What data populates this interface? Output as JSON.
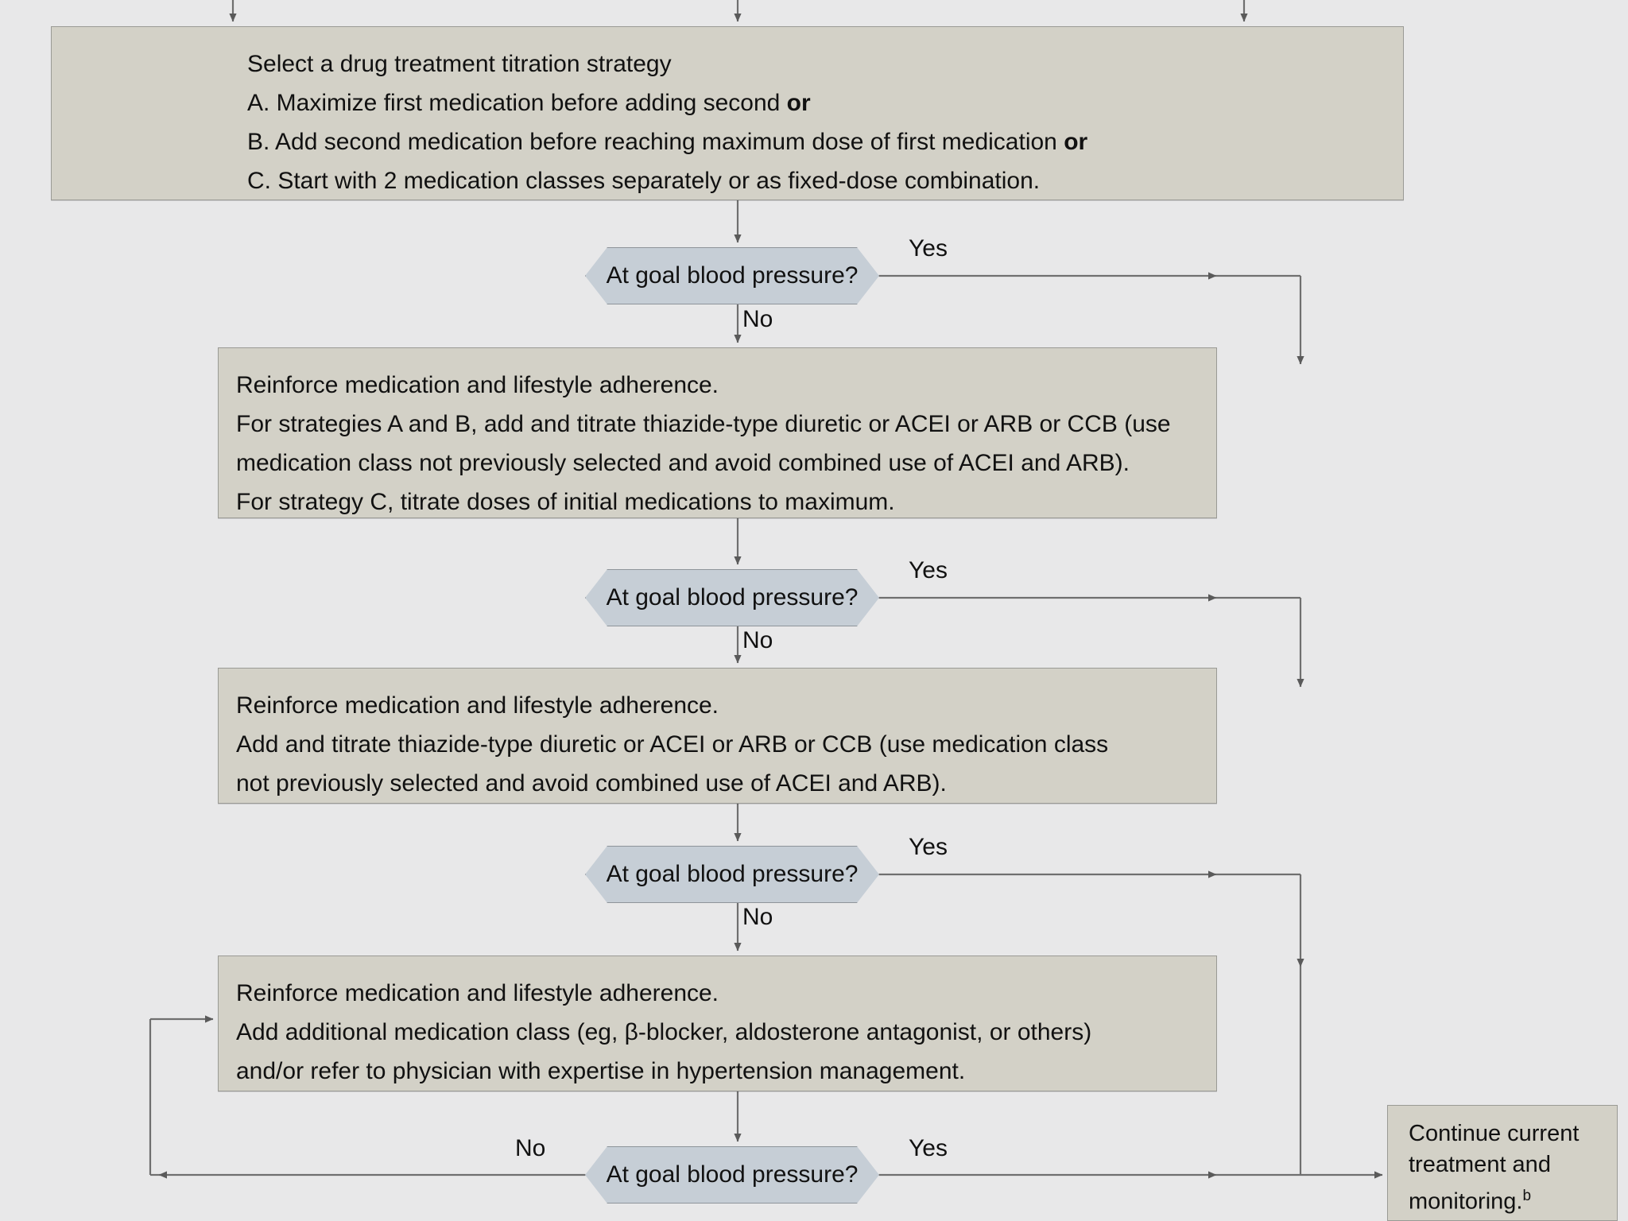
{
  "colors": {
    "background": "#e8e8e9",
    "process_box_fill": "#d3d1c7",
    "process_box_border": "#9a9a95",
    "decision_fill": "#c6ced6",
    "decision_border": "#8e949a",
    "connector": "#6f6f6f",
    "text": "#111111"
  },
  "boxes": {
    "strategy": {
      "title": "Select a drug treatment titration strategy",
      "option_a_pre": "A. Maximize first medication before adding second ",
      "option_a_bold": "or",
      "option_b_pre": "B. Add second medication before reaching maximum dose of first medication ",
      "option_b_bold": "or",
      "option_c": "C. Start with 2 medication classes separately or as fixed-dose combination."
    },
    "step1": {
      "line1": "Reinforce medication and lifestyle adherence.",
      "line2": "For strategies A and B, add and titrate thiazide-type diuretic or ACEI or ARB or CCB (use",
      "line3": "medication class not previously selected and avoid combined use of ACEI and ARB).",
      "line4": "For strategy C, titrate doses of initial medications to maximum."
    },
    "step2": {
      "line1": "Reinforce medication and lifestyle adherence.",
      "line2": "Add and titrate thiazide-type diuretic or ACEI or ARB or CCB (use medication class",
      "line3": "not previously selected and avoid combined use of ACEI and ARB)."
    },
    "step3": {
      "line1": "Reinforce medication and lifestyle adherence.",
      "line2": "Add additional medication class (eg, β-blocker, aldosterone antagonist, or others)",
      "line3": "and/or refer to physician with expertise in hypertension management."
    },
    "continue": {
      "line1": "Continue current",
      "line2": "treatment and",
      "line3_pre": "monitoring.",
      "line3_sup": "b"
    }
  },
  "decisions": [
    {
      "id": "decision-1",
      "label": "At goal blood pressure?"
    },
    {
      "id": "decision-2",
      "label": "At goal blood pressure?"
    },
    {
      "id": "decision-3",
      "label": "At goal blood pressure?"
    },
    {
      "id": "decision-4",
      "label": "At goal blood pressure?"
    }
  ],
  "edge_labels": {
    "yes1": "Yes",
    "no1": "No",
    "yes2": "Yes",
    "no2": "No",
    "yes3": "Yes",
    "no3": "No",
    "yes4": "Yes",
    "no4": "No"
  },
  "chart_data": {
    "type": "diagram",
    "title": "Hypertension drug treatment titration flowchart",
    "nodes": [
      {
        "id": "strategy",
        "type": "process",
        "text": "Select a drug treatment titration strategy; A. Maximize first medication before adding second or; B. Add second medication before reaching maximum dose of first medication or; C. Start with 2 medication classes separately or as fixed-dose combination."
      },
      {
        "id": "decision-1",
        "type": "decision",
        "text": "At goal blood pressure?"
      },
      {
        "id": "step1",
        "type": "process",
        "text": "Reinforce medication and lifestyle adherence. For strategies A and B, add and titrate thiazide-type diuretic or ACEI or ARB or CCB (use medication class not previously selected and avoid combined use of ACEI and ARB). For strategy C, titrate doses of initial medications to maximum."
      },
      {
        "id": "decision-2",
        "type": "decision",
        "text": "At goal blood pressure?"
      },
      {
        "id": "step2",
        "type": "process",
        "text": "Reinforce medication and lifestyle adherence. Add and titrate thiazide-type diuretic or ACEI or ARB or CCB (use medication class not previously selected and avoid combined use of ACEI and ARB)."
      },
      {
        "id": "decision-3",
        "type": "decision",
        "text": "At goal blood pressure?"
      },
      {
        "id": "step3",
        "type": "process",
        "text": "Reinforce medication and lifestyle adherence. Add additional medication class (eg, β-blocker, aldosterone antagonist, or others) and/or refer to physician with expertise in hypertension management."
      },
      {
        "id": "decision-4",
        "type": "decision",
        "text": "At goal blood pressure?"
      },
      {
        "id": "continue",
        "type": "process",
        "text": "Continue current treatment and monitoring.b"
      }
    ],
    "edges": [
      {
        "from": "strategy",
        "to": "decision-1",
        "label": ""
      },
      {
        "from": "decision-1",
        "to": "continue",
        "label": "Yes"
      },
      {
        "from": "decision-1",
        "to": "step1",
        "label": "No"
      },
      {
        "from": "decision-2",
        "to": "continue",
        "label": "Yes"
      },
      {
        "from": "decision-2",
        "to": "step2",
        "label": "No"
      },
      {
        "from": "decision-3",
        "to": "continue",
        "label": "Yes"
      },
      {
        "from": "decision-3",
        "to": "step3",
        "label": "No"
      },
      {
        "from": "decision-4",
        "to": "continue",
        "label": "Yes"
      },
      {
        "from": "decision-4",
        "to": "step3",
        "label": "No"
      }
    ]
  }
}
